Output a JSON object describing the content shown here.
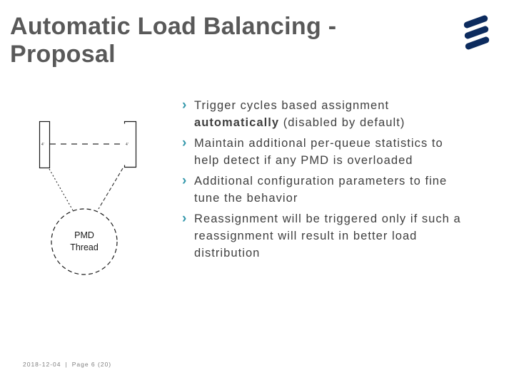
{
  "slide": {
    "title": "Automatic Load Balancing - Proposal",
    "logo": {
      "name": "ericsson-logo"
    },
    "bullets": {
      "marker": "›",
      "items": [
        {
          "parts": [
            {
              "text": "Trigger cycles based assignment\n"
            },
            {
              "text": "automatically",
              "bold": true
            },
            {
              "text": " (disabled by default)"
            }
          ]
        },
        {
          "text": "Maintain additional per-queue statistics to\nhelp detect if any PMD is overloaded"
        },
        {
          "text": "Additional configuration parameters to fine\ntune the behavior"
        },
        {
          "text": "Reassignment will be triggered only if such a\nreassignment will result in better load\ndistribution"
        }
      ]
    },
    "diagram": {
      "left_queue_label": "4'",
      "right_queue_label": "4'",
      "node_label_line1": "PMD",
      "node_label_line2": "Thread"
    },
    "footer": {
      "date": "2018-12-04",
      "separator": "|",
      "page": "Page 6 (20)"
    },
    "colors": {
      "title_gray": "#595959",
      "body_gray": "#3F3F3F",
      "accent_teal": "#3498AB",
      "logo_navy": "#0C2B5E",
      "footer_gray": "#7F7F7F",
      "diagram_stroke": "#1A1A1A"
    }
  }
}
